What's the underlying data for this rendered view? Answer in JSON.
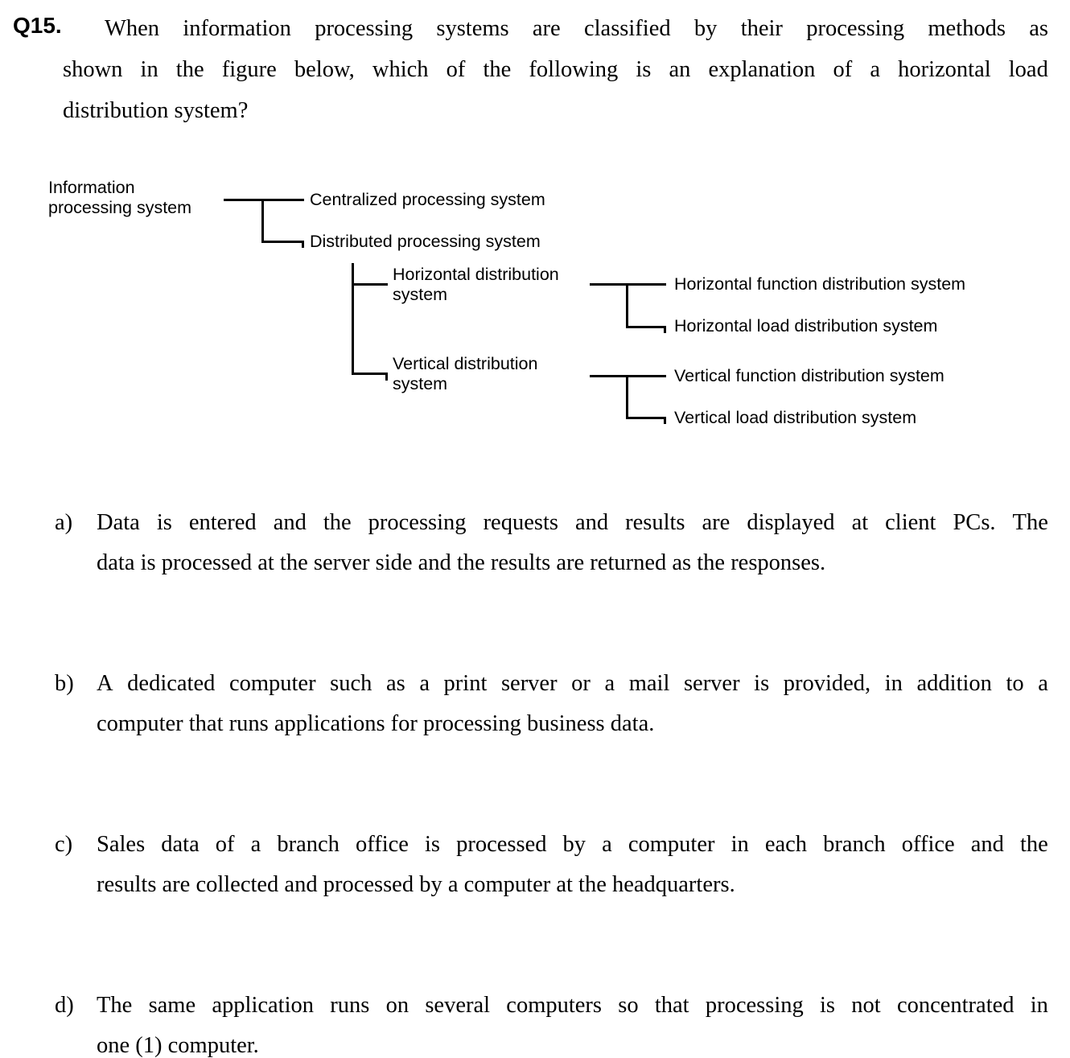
{
  "question": {
    "number": "Q15.",
    "text": "When information processing systems are classified by their processing methods as shown in the figure below, which of the following is an explanation of a horizontal load distribution system?",
    "lines": [
      "When  information  processing  systems  are  classified  by  their  processing  methods  as",
      "shown  in  the  figure  below,  which  of  the  following  is  an  explanation  of  a  horizontal  load",
      "distribution system?"
    ],
    "line_words": [
      [
        "When",
        "information",
        "processing",
        "systems",
        "are",
        "classified",
        "by",
        "their",
        "processing",
        "methods",
        "as"
      ],
      [
        "shown",
        "in",
        "the",
        "figure",
        "below,",
        "which",
        "of",
        "the",
        "following",
        "is",
        "an",
        "explanation",
        "of",
        "a",
        "horizontal",
        "load"
      ],
      [
        "distribution system?"
      ]
    ]
  },
  "diagram": {
    "type": "tree",
    "root": "Information\nprocessing system",
    "level1": [
      "Centralized processing system",
      "Distributed processing system"
    ],
    "level2": [
      "Horizontal distribution\nsystem",
      "Vertical distribution\nsystem"
    ],
    "level3_horizontal": [
      "Horizontal function distribution system",
      "Horizontal load distribution system"
    ],
    "level3_vertical": [
      "Vertical function distribution system",
      "Vertical load distribution system"
    ],
    "line_color": "#000000"
  },
  "options": [
    {
      "marker": "a)",
      "text": "Data is entered and the processing requests and results are displayed at client PCs. The data is processed at the server side and the results are returned as the responses.",
      "lines": [
        [
          "Data",
          "is",
          "entered",
          "and",
          "the",
          "processing",
          "requests",
          "and",
          "results",
          "are",
          "displayed",
          "at",
          "client",
          "PCs.",
          "The"
        ],
        [
          "data is processed at the server side and the results are returned as the responses."
        ]
      ]
    },
    {
      "marker": "b)",
      "text": "A dedicated computer such as a print server or a mail server is provided, in addition to a computer that runs applications for processing business data.",
      "lines": [
        [
          "A",
          "dedicated",
          "computer",
          "such",
          "as",
          "a",
          "print",
          "server",
          "or",
          "a",
          "mail",
          "server",
          "is",
          "provided,",
          "in",
          "addition",
          "to",
          "a"
        ],
        [
          "computer that runs applications for processing business data."
        ]
      ]
    },
    {
      "marker": "c)",
      "text": "Sales data of a branch office is processed by a computer in each branch office and the results are collected and processed by a computer at the headquarters.",
      "lines": [
        [
          "Sales",
          "data",
          "of",
          "a",
          "branch",
          "office",
          "is",
          "processed",
          "by",
          "a",
          "computer",
          "in",
          "each",
          "branch",
          "office",
          "and",
          "the"
        ],
        [
          "results are collected and processed by a computer at the headquarters."
        ]
      ]
    },
    {
      "marker": "d)",
      "text": "The same application runs on several computers so that processing is not concentrated in one (1) computer.",
      "lines": [
        [
          "The",
          "same",
          "application",
          "runs",
          "on",
          "several",
          "computers",
          "so",
          "that",
          "processing",
          "is",
          "not",
          "concentrated",
          "in"
        ],
        [
          "one (1) computer."
        ]
      ]
    }
  ]
}
